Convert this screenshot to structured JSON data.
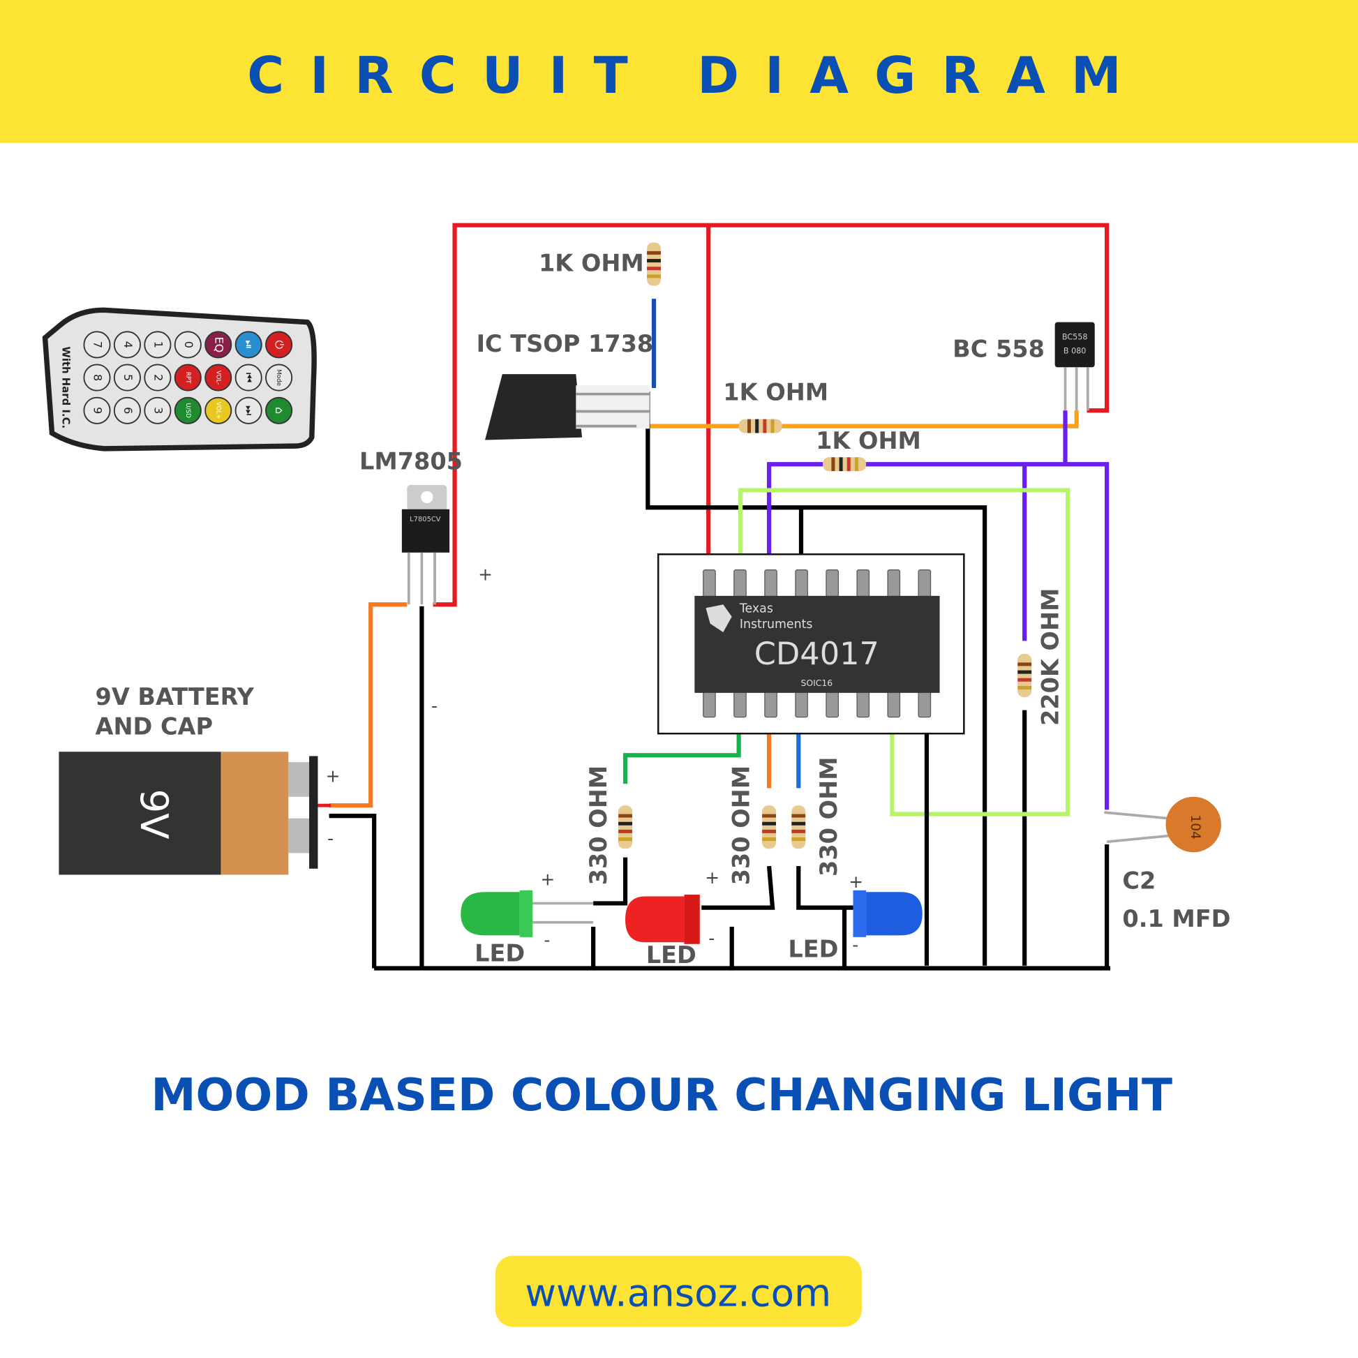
{
  "header": {
    "title": "CIRCUIT DIAGRAM",
    "bg": "#fde333",
    "color": "#0a4fb3"
  },
  "remote": {
    "side_text": "With Hard I.C.",
    "buttons": [
      "7",
      "4",
      "1",
      "0",
      "EQ",
      "⏯",
      "⏻",
      "8",
      "5",
      "2",
      "RPT",
      "VOL-",
      "⏮",
      "Mode",
      "9",
      "6",
      "3",
      "U/SD",
      "VOL+",
      "⏭",
      "⌂"
    ]
  },
  "labels": {
    "r_top": "1K OHM",
    "tsop": "IC TSOP 1738",
    "r_mid": "1K OHM",
    "r_mid2": "1K OHM",
    "bc558": "BC 558",
    "lm7805": "LM7805",
    "battery_line1": "9V BATTERY",
    "battery_line2": "AND CAP",
    "battery_text": "9V",
    "r_220k": "220K OHM",
    "r_330a": "330 OHM",
    "r_330b": "330 OHM",
    "r_330c": "330 OHM",
    "led1": "LED",
    "led2": "LED",
    "led3": "LED",
    "c2": "C2",
    "c2_value": "0.1 MFD",
    "cap_code": "104",
    "plus": "+",
    "minus": "-"
  },
  "ic": {
    "brand1": "Texas",
    "brand2": "Instruments",
    "part": "CD4017",
    "package": "SOIC16"
  },
  "transistor": {
    "mark1": "BC558",
    "mark2": "B 080"
  },
  "regulator": {
    "mark": "L7805CV"
  },
  "footer": {
    "subtitle": "MOOD BASED COLOUR CHANGING LIGHT",
    "url": "www.ansoz.com"
  }
}
